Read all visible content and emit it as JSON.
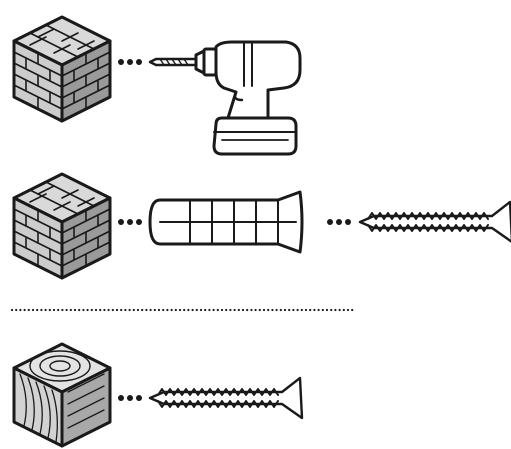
{
  "colors": {
    "ink": "#1a1a1a",
    "brick_top": "#d9d9d9",
    "brick_front": "#cccccc",
    "brick_side": "#9a9a9a",
    "wood_top": "#e3e3e3",
    "wood_front": "#d2d2d2",
    "wood_side": "#a8a8a8",
    "background": "#ffffff"
  },
  "diagram": {
    "rows": [
      {
        "id": "masonry-drilling",
        "items": [
          "brick-cube",
          "drill-bit",
          "cordless-drill"
        ]
      },
      {
        "id": "masonry-fixing",
        "items": [
          "brick-cube",
          "wall-plug",
          "wood-screw"
        ]
      },
      {
        "id": "wood-fixing",
        "items": [
          "wood-cube",
          "wood-screw"
        ]
      }
    ],
    "separator": "dotted-line"
  }
}
